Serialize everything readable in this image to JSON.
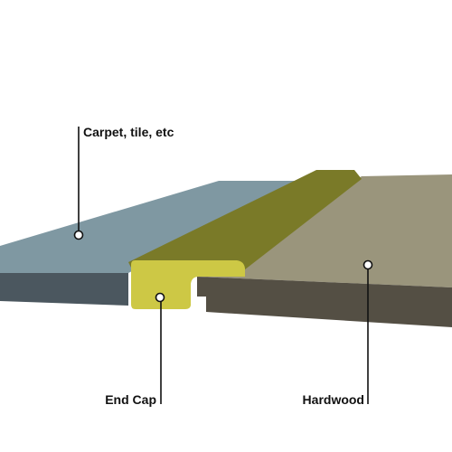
{
  "colors": {
    "carpet_top": "#7f98a2",
    "carpet_side": "#4b575f",
    "cap_top": "#7a7a28",
    "cap_front": "#cdc845",
    "hardwood_top": "#9a957c",
    "hardwood_side": "#544f44"
  },
  "labels": {
    "carpet": "Carpet, tile, etc",
    "end_cap": "End Cap",
    "hardwood": "Hardwood"
  }
}
